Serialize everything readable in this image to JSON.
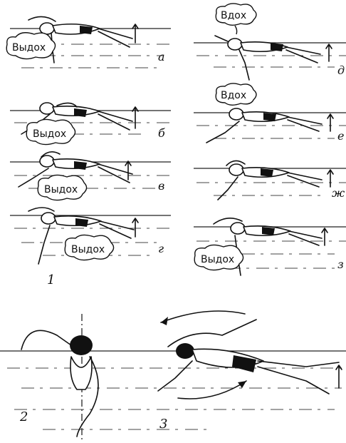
{
  "bubbles": {
    "a": "Выдох",
    "b": "Выдох",
    "v": "Выдох",
    "g": "Выдох",
    "d": "Вдох",
    "e": "Вдох",
    "z": "Выдох"
  },
  "panel_letters": {
    "a": "а",
    "b": "б",
    "v": "в",
    "g": "г",
    "d": "д",
    "e": "е",
    "zh": "ж",
    "z": "з"
  },
  "figure_numbers": {
    "one": "1",
    "two": "2",
    "three": "3"
  }
}
